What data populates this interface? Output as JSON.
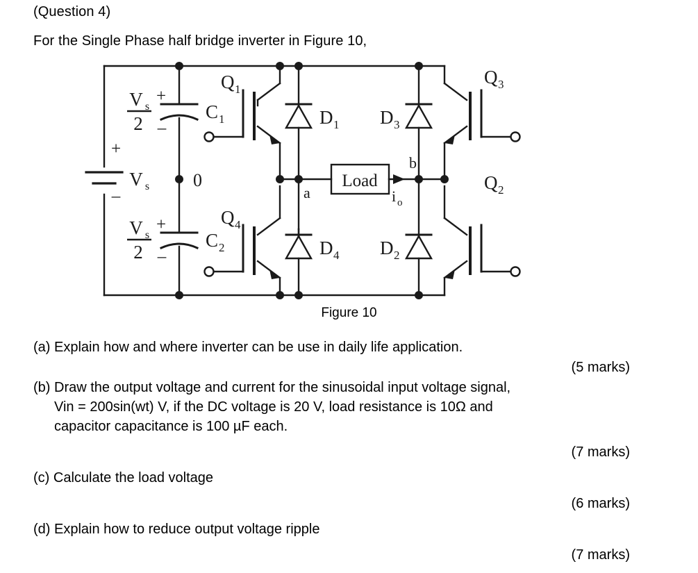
{
  "document": {
    "question_header": "(Question 4)",
    "intro": "For the Single Phase half bridge inverter in Figure 10,",
    "figure_caption": "Figure 10"
  },
  "figure": {
    "labels": {
      "source": "V",
      "source_sub": "s",
      "half_voltage_top_num": "V",
      "half_voltage_top_sub": "s",
      "half_voltage_top_den": "2",
      "half_voltage_bottom_num": "V",
      "half_voltage_bottom_sub": "s",
      "half_voltage_bottom_den": "2",
      "cap_top": "C",
      "cap_top_sub": "1",
      "cap_bottom": "C",
      "cap_bottom_sub": "2",
      "transistor_q1": "Q",
      "transistor_q1_sub": "1",
      "transistor_q2": "Q",
      "transistor_q2_sub": "2",
      "transistor_q3": "Q",
      "transistor_q3_sub": "3",
      "transistor_q4": "Q",
      "transistor_q4_sub": "4",
      "diode_d1": "D",
      "diode_d1_sub": "1",
      "diode_d2": "D",
      "diode_d2_sub": "2",
      "diode_d3": "D",
      "diode_d3_sub": "3",
      "diode_d4": "D",
      "diode_d4_sub": "4",
      "load": "Load",
      "node_zero": "0",
      "node_a": "a",
      "node_b": "b",
      "current_io": "i",
      "current_io_sub": "o",
      "plus": "+",
      "minus": "–"
    }
  },
  "parts": [
    {
      "id": "a",
      "text": "(a) Explain how and where inverter can be use in daily life application.",
      "marks": "(5 marks)"
    },
    {
      "id": "b",
      "line1": "(b) Draw the output voltage and current for the sinusoidal input voltage signal,",
      "line2": "Vin = 200sin(wt) V, if the DC voltage is 20 V, load resistance is 10Ω and",
      "line3": "capacitor capacitance is 100 µF each.",
      "marks": "(7 marks)"
    },
    {
      "id": "c",
      "text": "(c) Calculate the load voltage",
      "marks": "(6 marks)"
    },
    {
      "id": "d",
      "text": "(d) Explain how to reduce output voltage ripple",
      "marks": "(7 marks)"
    }
  ],
  "colors": {
    "ink": "#1a1a1a",
    "page": "#ffffff"
  }
}
